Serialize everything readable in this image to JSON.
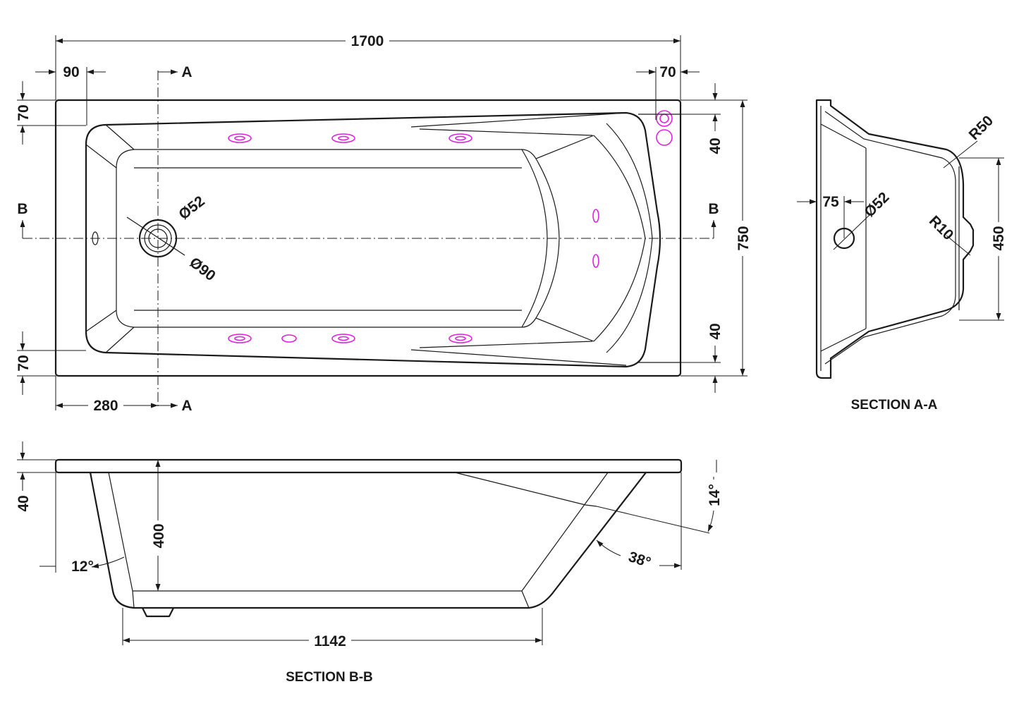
{
  "dimensions": {
    "overall_length": "1700",
    "end_rim_left": "90",
    "end_rim_right": "70",
    "side_rim_top": "70",
    "side_rim_bottom": "70",
    "waste_offset": "280",
    "waste_inner_diameter": "Ø52",
    "waste_outer_diameter": "Ø90",
    "overall_width": "750",
    "jet_offset_top": "40",
    "jet_offset_bottom": "40",
    "rim_thickness": "40",
    "depth": "400",
    "base_length": "1142",
    "head_end_angle": "12°",
    "back_angle": "38°",
    "backrest_angle": "14°",
    "section_a_waste_offset": "75",
    "section_a_waste_diameter": "Ø52",
    "section_a_radius_top": "R50",
    "section_a_radius_small": "R10",
    "section_a_depth": "450"
  },
  "section_markers": {
    "a_top": "A",
    "a_bottom": "A",
    "b_left": "B",
    "b_right": "B"
  },
  "captions": {
    "section_aa": "SECTION A-A",
    "section_bb": "SECTION B-B"
  },
  "colors": {
    "line": "#1a1a1a",
    "jet": "#e020e0"
  }
}
